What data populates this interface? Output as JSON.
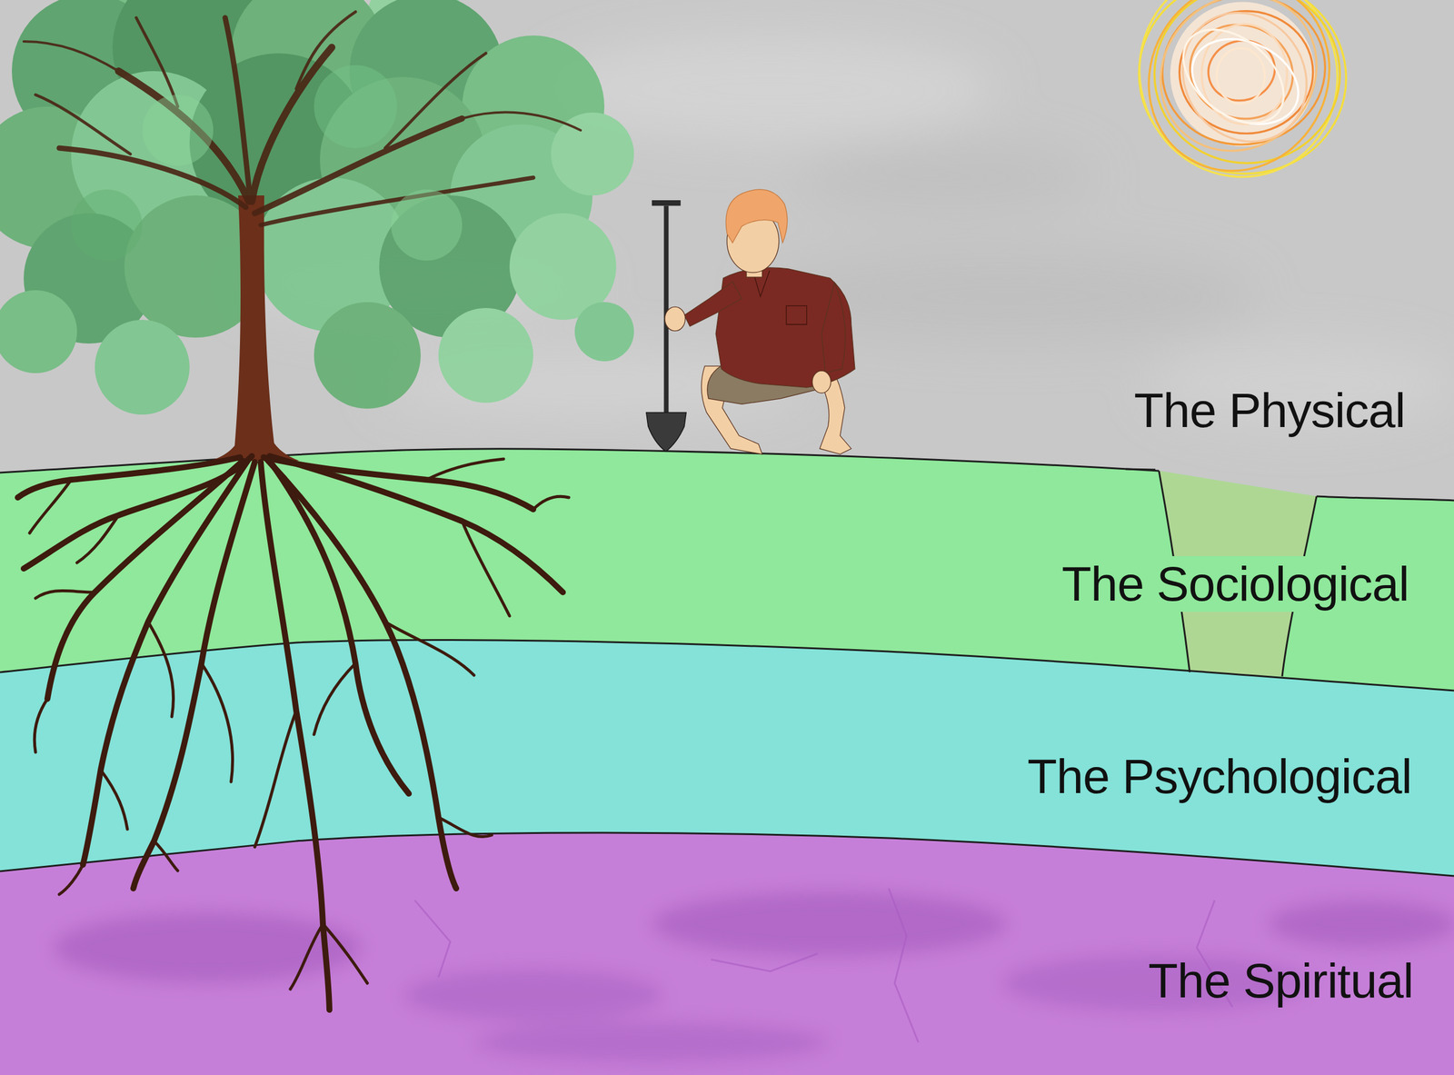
{
  "diagram": {
    "nodes": [
      {
        "text": [
          "The Physical"
        ]
      },
      {
        "text": [
          "The Sociological"
        ]
      },
      {
        "text": [
          "The Psychological"
        ]
      },
      {
        "text": [
          "The Spiritual"
        ]
      }
    ]
  }
}
